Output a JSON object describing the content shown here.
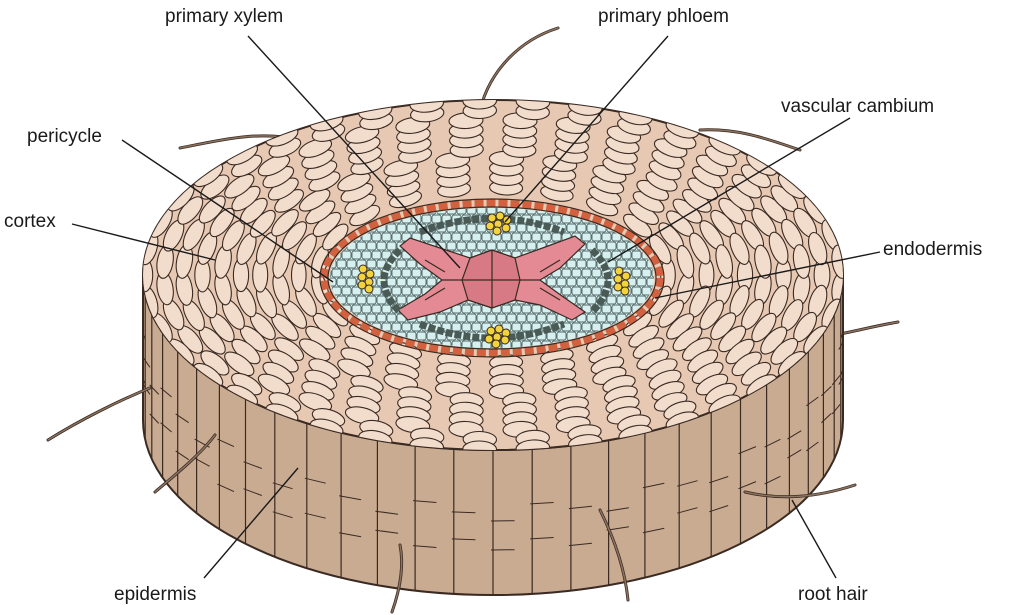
{
  "labels": {
    "primary_xylem": "primary xylem",
    "primary_phloem": "primary phloem",
    "vascular_cambium": "vascular cambium",
    "pericycle": "pericycle",
    "cortex": "cortex",
    "endodermis": "endodermis",
    "epidermis": "epidermis",
    "root_hair": "root hair"
  },
  "colors": {
    "cortex_cell": "#f2ddcd",
    "side_wall": "#c9ab92",
    "outline": "#3a2a22",
    "endodermis_ring": "#d2623f",
    "stele_cell": "#d6f0f0",
    "xylem": "#e38a95",
    "phloem": "#f2d33c",
    "cambium": "#4a5a55"
  }
}
